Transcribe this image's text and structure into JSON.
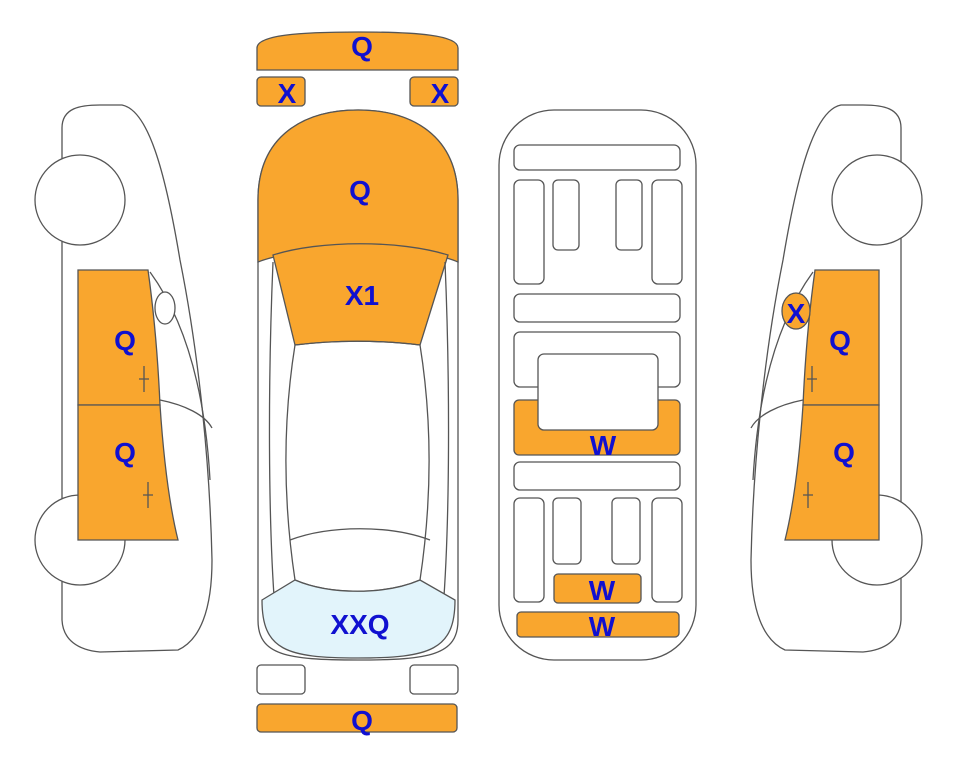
{
  "colors": {
    "damage": "#f9a62e",
    "damage_light": "#e2f4fb",
    "label": "#1010d0",
    "outline": "#555555"
  },
  "parts": {
    "front_bumper": "Q",
    "mirror_left": "X",
    "mirror_right": "X",
    "hood": "Q",
    "windshield": "X1",
    "rear_window": "XXQ",
    "rear_bumper": "Q",
    "left_front_door": "Q",
    "left_rear_door": "Q",
    "right_quarter_glass": "X",
    "right_front_door": "Q",
    "right_rear_door": "Q",
    "floor_center": "W",
    "floor_rear_upper": "W",
    "floor_rear_lower": "W"
  }
}
